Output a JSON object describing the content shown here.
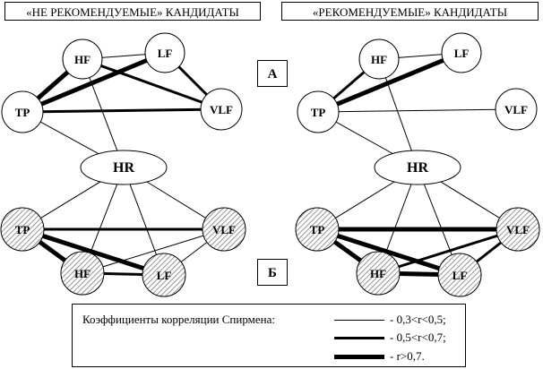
{
  "headers": {
    "left": "«НЕ РЕКОМЕНДУЕМЫЕ» КАНДИДАТЫ",
    "right": "«РЕКОМЕНДУЕМЫЕ» КАНДИДАТЫ"
  },
  "markers": {
    "a": "А",
    "b": "Б"
  },
  "diagram": {
    "nodes": [
      {
        "id": "L_A_HF",
        "label": "HF",
        "shaded": false
      },
      {
        "id": "L_A_LF",
        "label": "LF",
        "shaded": false
      },
      {
        "id": "L_A_TP",
        "label": "TP",
        "shaded": false
      },
      {
        "id": "L_A_VLF",
        "label": "VLF",
        "shaded": false
      },
      {
        "id": "L_HR",
        "label": "HR",
        "shaded": false
      },
      {
        "id": "L_B_TP",
        "label": "TP",
        "shaded": true
      },
      {
        "id": "L_B_VLF",
        "label": "VLF",
        "shaded": true
      },
      {
        "id": "L_B_HF",
        "label": "HF",
        "shaded": true
      },
      {
        "id": "L_B_LF",
        "label": "LF",
        "shaded": true
      },
      {
        "id": "R_A_HF",
        "label": "HF",
        "shaded": false
      },
      {
        "id": "R_A_LF",
        "label": "LF",
        "shaded": false
      },
      {
        "id": "R_A_TP",
        "label": "TP",
        "shaded": false
      },
      {
        "id": "R_A_VLF",
        "label": "VLF",
        "shaded": false
      },
      {
        "id": "R_HR",
        "label": "HR",
        "shaded": false
      },
      {
        "id": "R_B_TP",
        "label": "TP",
        "shaded": true
      },
      {
        "id": "R_B_VLF",
        "label": "VLF",
        "shaded": true
      },
      {
        "id": "R_B_HF",
        "label": "HF",
        "shaded": true
      },
      {
        "id": "R_B_LF",
        "label": "LF",
        "shaded": true
      }
    ],
    "edges": [
      {
        "from": "L_A_HF",
        "to": "L_A_LF",
        "strength": 1
      },
      {
        "from": "L_A_HF",
        "to": "L_A_TP",
        "strength": 3
      },
      {
        "from": "L_A_LF",
        "to": "L_A_TP",
        "strength": 3
      },
      {
        "from": "L_A_HF",
        "to": "L_A_VLF",
        "strength": 2
      },
      {
        "from": "L_A_LF",
        "to": "L_A_VLF",
        "strength": 2
      },
      {
        "from": "L_A_TP",
        "to": "L_A_VLF",
        "strength": 2
      },
      {
        "from": "L_A_TP",
        "to": "L_HR",
        "strength": 1
      },
      {
        "from": "L_A_HF",
        "to": "L_HR",
        "strength": 1
      },
      {
        "from": "L_HR",
        "to": "L_B_TP",
        "strength": 1
      },
      {
        "from": "L_HR",
        "to": "L_B_VLF",
        "strength": 1
      },
      {
        "from": "L_HR",
        "to": "L_B_HF",
        "strength": 1
      },
      {
        "from": "L_HR",
        "to": "L_B_LF",
        "strength": 1
      },
      {
        "from": "L_B_TP",
        "to": "L_B_VLF",
        "strength": 2
      },
      {
        "from": "L_B_TP",
        "to": "L_B_HF",
        "strength": 3
      },
      {
        "from": "L_B_TP",
        "to": "L_B_LF",
        "strength": 3
      },
      {
        "from": "L_B_HF",
        "to": "L_B_VLF",
        "strength": 1
      },
      {
        "from": "L_B_LF",
        "to": "L_B_VLF",
        "strength": 1
      },
      {
        "from": "L_B_HF",
        "to": "L_B_LF",
        "strength": 2
      },
      {
        "from": "R_A_HF",
        "to": "R_A_LF",
        "strength": 1
      },
      {
        "from": "R_A_HF",
        "to": "R_A_TP",
        "strength": 2
      },
      {
        "from": "R_A_LF",
        "to": "R_A_TP",
        "strength": 3
      },
      {
        "from": "R_A_TP",
        "to": "R_A_VLF",
        "strength": 1
      },
      {
        "from": "R_A_TP",
        "to": "R_HR",
        "strength": 1
      },
      {
        "from": "R_A_HF",
        "to": "R_HR",
        "strength": 1
      },
      {
        "from": "R_HR",
        "to": "R_B_TP",
        "strength": 1
      },
      {
        "from": "R_HR",
        "to": "R_B_VLF",
        "strength": 1
      },
      {
        "from": "R_HR",
        "to": "R_B_HF",
        "strength": 1
      },
      {
        "from": "R_HR",
        "to": "R_B_LF",
        "strength": 1
      },
      {
        "from": "R_B_TP",
        "to": "R_B_VLF",
        "strength": 3
      },
      {
        "from": "R_B_TP",
        "to": "R_B_HF",
        "strength": 3
      },
      {
        "from": "R_B_TP",
        "to": "R_B_LF",
        "strength": 3
      },
      {
        "from": "R_B_HF",
        "to": "R_B_VLF",
        "strength": 2
      },
      {
        "from": "R_B_LF",
        "to": "R_B_VLF",
        "strength": 2
      },
      {
        "from": "R_B_HF",
        "to": "R_B_LF",
        "strength": 3
      }
    ]
  },
  "legend": {
    "title": "Коэффициенты корреляции Спирмена:",
    "rows": [
      {
        "strength": 1,
        "text": "- 0,3<r<0,5;"
      },
      {
        "strength": 2,
        "text": "- 0,5<r<0,7;"
      },
      {
        "strength": 3,
        "text": "- r>0,7."
      }
    ]
  }
}
